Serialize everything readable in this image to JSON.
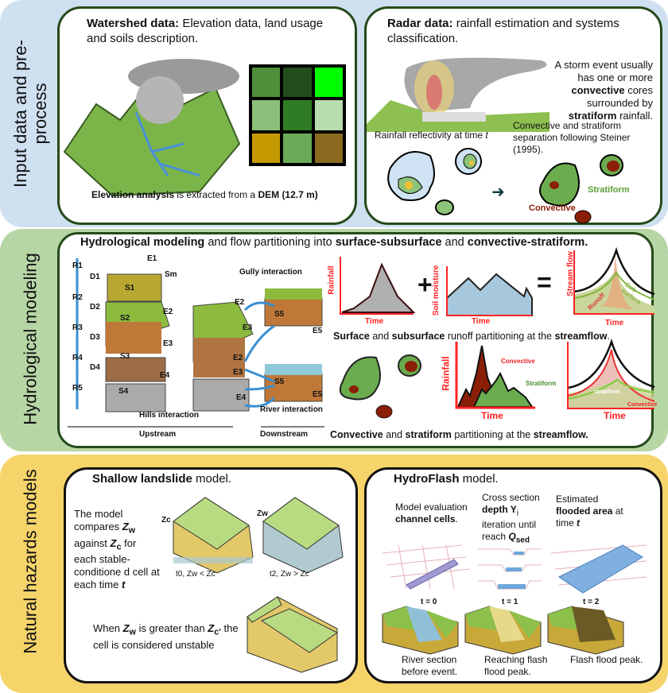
{
  "sections": {
    "input": {
      "label": "Input data and pre-process",
      "color": "#cfe0f1",
      "watershed": {
        "title_bold": "Watershed data:",
        "title_rest": "Elevation data, land usage and soils description.",
        "caption_bold1": "Elevation analysis",
        "caption_mid": " is extracted from a ",
        "caption_bold2": "DEM (12.7 m)",
        "dem_colors": [
          "#4f8f3a",
          "#244d1e",
          "#00ff00",
          "#8bc07a",
          "#2e7d25",
          "#b8dcae",
          "#c49a00",
          "#6aab58",
          "#8a6a1e"
        ]
      },
      "radar": {
        "title_bold": "Radar data:",
        "title_rest": "rainfall estimation and systems classification.",
        "storm_text_1": "A storm event usually has one or more ",
        "storm_bold_1": "convective",
        "storm_text_2": " cores surrounded by ",
        "storm_bold_2": "stratiform",
        "storm_text_3": " rainfall.",
        "reflectivity_text": "Rainfall reflectivity at time ",
        "reflectivity_var": "t",
        "separation_text": "Convective and stratiform separation following Steiner (1995).",
        "stratiform_label": "Stratiform",
        "convective_label": "Convective"
      }
    },
    "hydro": {
      "label": "Hydrological modeling",
      "color": "#b7d6a5",
      "title_bold1": "Hydrological modeling",
      "title_mid1": " and flow partitioning into ",
      "title_bold2": "surface-subsurface",
      "title_mid2": " and ",
      "title_bold3": "convective-stratiform.",
      "layers": [
        "R1",
        "R2",
        "R3",
        "R4",
        "R5",
        "D1",
        "D2",
        "D3",
        "D4",
        "S1",
        "S2",
        "S3",
        "S4",
        "S5",
        "S5",
        "Sm",
        "E1",
        "E2",
        "E3",
        "E4",
        "E2",
        "E3",
        "E2",
        "E3",
        "E4",
        "E5",
        "E5"
      ],
      "gully_label": "Gully interaction",
      "hills_label": "Hills interaction",
      "river_label": "River interaction",
      "upstream_label": "Upstream",
      "downstream_label": "Downstream",
      "axis_time": "Time",
      "axis_rainfall": "Rainfall",
      "axis_soil_moisture": "Soil moisture",
      "axis_stream_flow": "Stream flow",
      "runoff_label": "Runoff",
      "subsurface_label": "Sub-surface",
      "plus": "+",
      "equals": "=",
      "surface_caption": {
        "b1": "Surface",
        "m1": " and ",
        "b2": "subsurface",
        "m2": " runoff partitioning at the ",
        "b3": "streamflow",
        "m3": "."
      },
      "convective_label": "Convective",
      "stratiform_label": "Stratiform",
      "stratiform_small": "stratiform",
      "convective_small": "Convective",
      "conv_caption": {
        "b1": "Convective",
        "m1": " and ",
        "b2": "stratiform",
        "m2": " partitioning at the ",
        "b3": "streamflow."
      }
    },
    "hazards": {
      "label": "Natural hazards models",
      "color": "#f6d46a",
      "landslide": {
        "title_bold": "Shallow landslide",
        "title_rest": " model.",
        "desc": [
          "The model compares ",
          "Z",
          "w",
          " against ",
          "Z",
          "c",
          " for each stable-conditione d cell at each time ",
          "t"
        ],
        "zc_label": "Zc",
        "zw_label": "Zw",
        "t0_label": "t0, Zw < Zc",
        "t2_label": "t2, Zw > Zc",
        "unstable": [
          "When ",
          "Z",
          "w",
          " is greater than ",
          "Z",
          "c'",
          " the cell is considered unstable"
        ]
      },
      "hydroflash": {
        "title_bold": "HydroFlash",
        "title_rest": " model.",
        "col1": [
          "Model evaluation ",
          "channel cells",
          "."
        ],
        "col2": [
          "Cross section ",
          "depth Y",
          "i",
          " iteration until reach ",
          "Q",
          "sed"
        ],
        "col3": [
          "Estimated ",
          "flooded area",
          " at time ",
          "t"
        ],
        "t0": "t = 0",
        "t1": "t = 1",
        "t2": "t = 2",
        "cap1": "River section before event.",
        "cap2": "Reaching flash flood peak.",
        "cap3": "Flash flood peak."
      }
    }
  }
}
